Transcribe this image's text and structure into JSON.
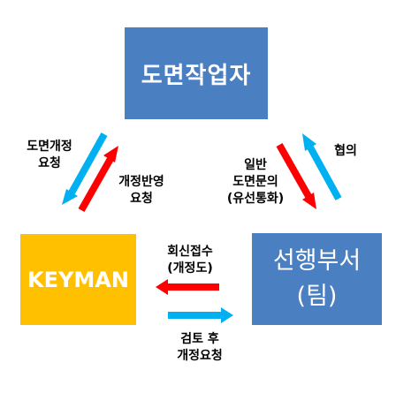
{
  "nodes": {
    "top": "도면작업자",
    "left": "KEYMAN",
    "right_line1": "선행부서",
    "right_line2": "(팀)"
  },
  "labels": {
    "top_left_request": "도면개정\n요청",
    "top_left_reflect": "개정반영\n요청",
    "top_right_inquiry": "일반\n도면문의\n(유선통화)",
    "top_right_consult": "협의",
    "bottom_reply": "회신접수\n(개정도)",
    "bottom_review": "검토 후\n개정요청"
  },
  "colors": {
    "blue_box": "#4a7fc1",
    "yellow_box": "#ffc000",
    "cyan_arrow": "#00b0f0",
    "red_arrow": "#ff0000"
  }
}
